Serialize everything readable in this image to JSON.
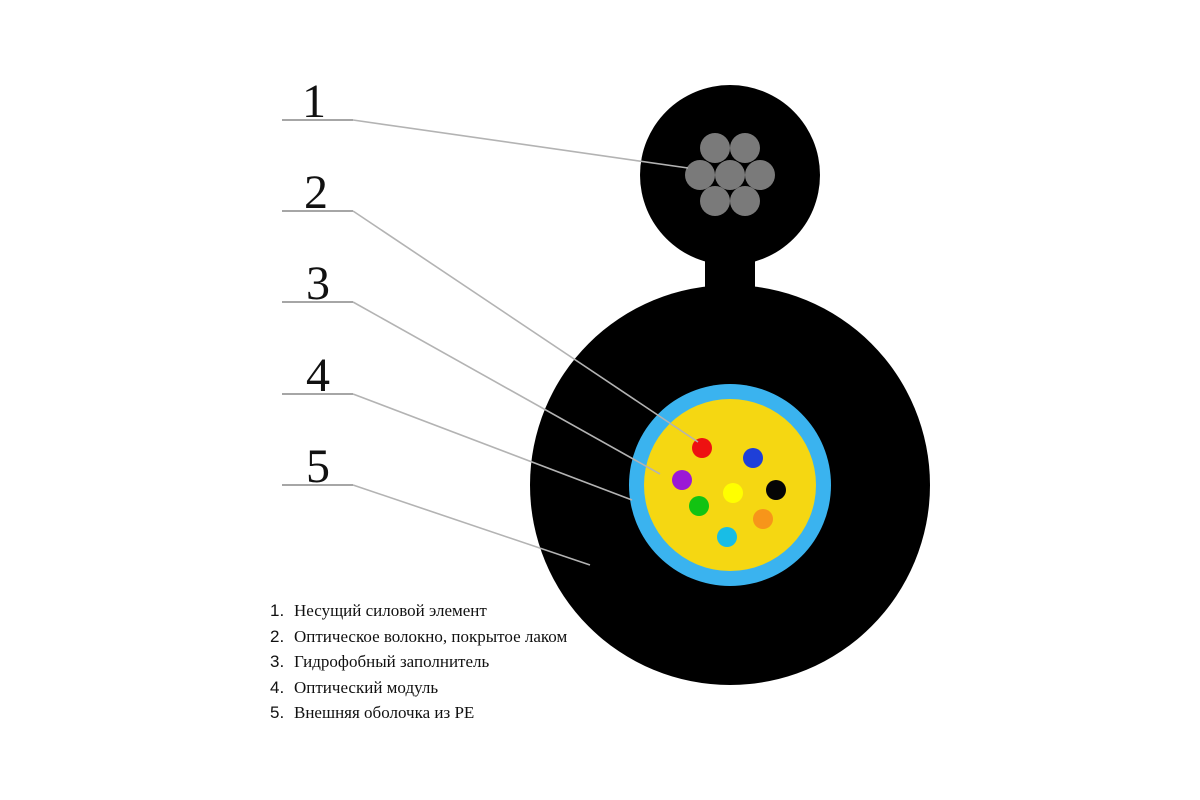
{
  "callouts": [
    {
      "number": "1"
    },
    {
      "number": "2"
    },
    {
      "number": "3"
    },
    {
      "number": "4"
    },
    {
      "number": "5"
    }
  ],
  "legend": [
    {
      "number": "1.",
      "text": "Несущий силовой элемент"
    },
    {
      "number": "2.",
      "text": "Оптическое волокно, покрытое лаком"
    },
    {
      "number": "3.",
      "text": "Гидрофобный заполнитель"
    },
    {
      "number": "4.",
      "text": "Оптический модуль"
    },
    {
      "number": "5.",
      "text": "Внешняя оболочка из PE"
    }
  ],
  "colors": {
    "sheath": "#000000",
    "strand": "#7a7a7a",
    "module_tube": "#3ab3ef",
    "gel_filler": "#f5d712",
    "fibers": [
      "#ee1111",
      "#1e3fd8",
      "#9b19d6",
      "#ffff00",
      "#050505",
      "#12c312",
      "#f7951a",
      "#18bde6"
    ]
  }
}
